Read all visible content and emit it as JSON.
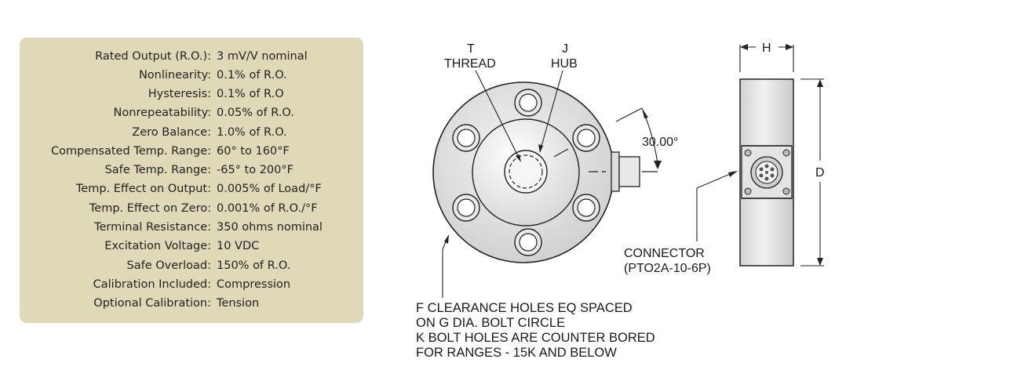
{
  "specs": [
    {
      "label": "Rated Output (R.O.):",
      "value": "3 mV/V nominal"
    },
    {
      "label": "Nonlinearity:",
      "value": "0.1% of R.O."
    },
    {
      "label": "Hysteresis:",
      "value": "0.1% of R.O"
    },
    {
      "label": "Nonrepeatability:",
      "value": "0.05% of R.O."
    },
    {
      "label": "Zero Balance:",
      "value": "1.0% of R.O."
    },
    {
      "label": "Compensated Temp. Range:",
      "value": "60° to 160°F"
    },
    {
      "label": "Safe Temp. Range:",
      "value": "-65° to 200°F"
    },
    {
      "label": "Temp. Effect on Output:",
      "value": "0.005% of Load/°F"
    },
    {
      "label": "Temp. Effect on Zero:",
      "value": "0.001% of R.O./°F"
    },
    {
      "label": "Terminal Resistance:",
      "value": "350 ohms nominal"
    },
    {
      "label": "Excitation Voltage:",
      "value": "10 VDC"
    },
    {
      "label": "Safe Overload:",
      "value": "150% of R.O."
    },
    {
      "label": "Calibration Included:",
      "value": "Compression"
    },
    {
      "label": "Optional Calibration:",
      "value": "Tension"
    }
  ],
  "drawing": {
    "t_label": "T",
    "thread_label": "THREAD",
    "j_label": "J",
    "hub_label": "HUB",
    "angle_label": "30.00°",
    "h_label": "H",
    "d_label": "D",
    "connector_label": "CONNECTOR",
    "connector_model": "(PTO2A-10-6P)",
    "notes": [
      "F CLEARANCE HOLES EQ SPACED",
      "ON G DIA. BOLT CIRCLE",
      "K BOLT HOLES ARE COUNTER BORED",
      "FOR RANGES - 15K AND BELOW"
    ]
  }
}
